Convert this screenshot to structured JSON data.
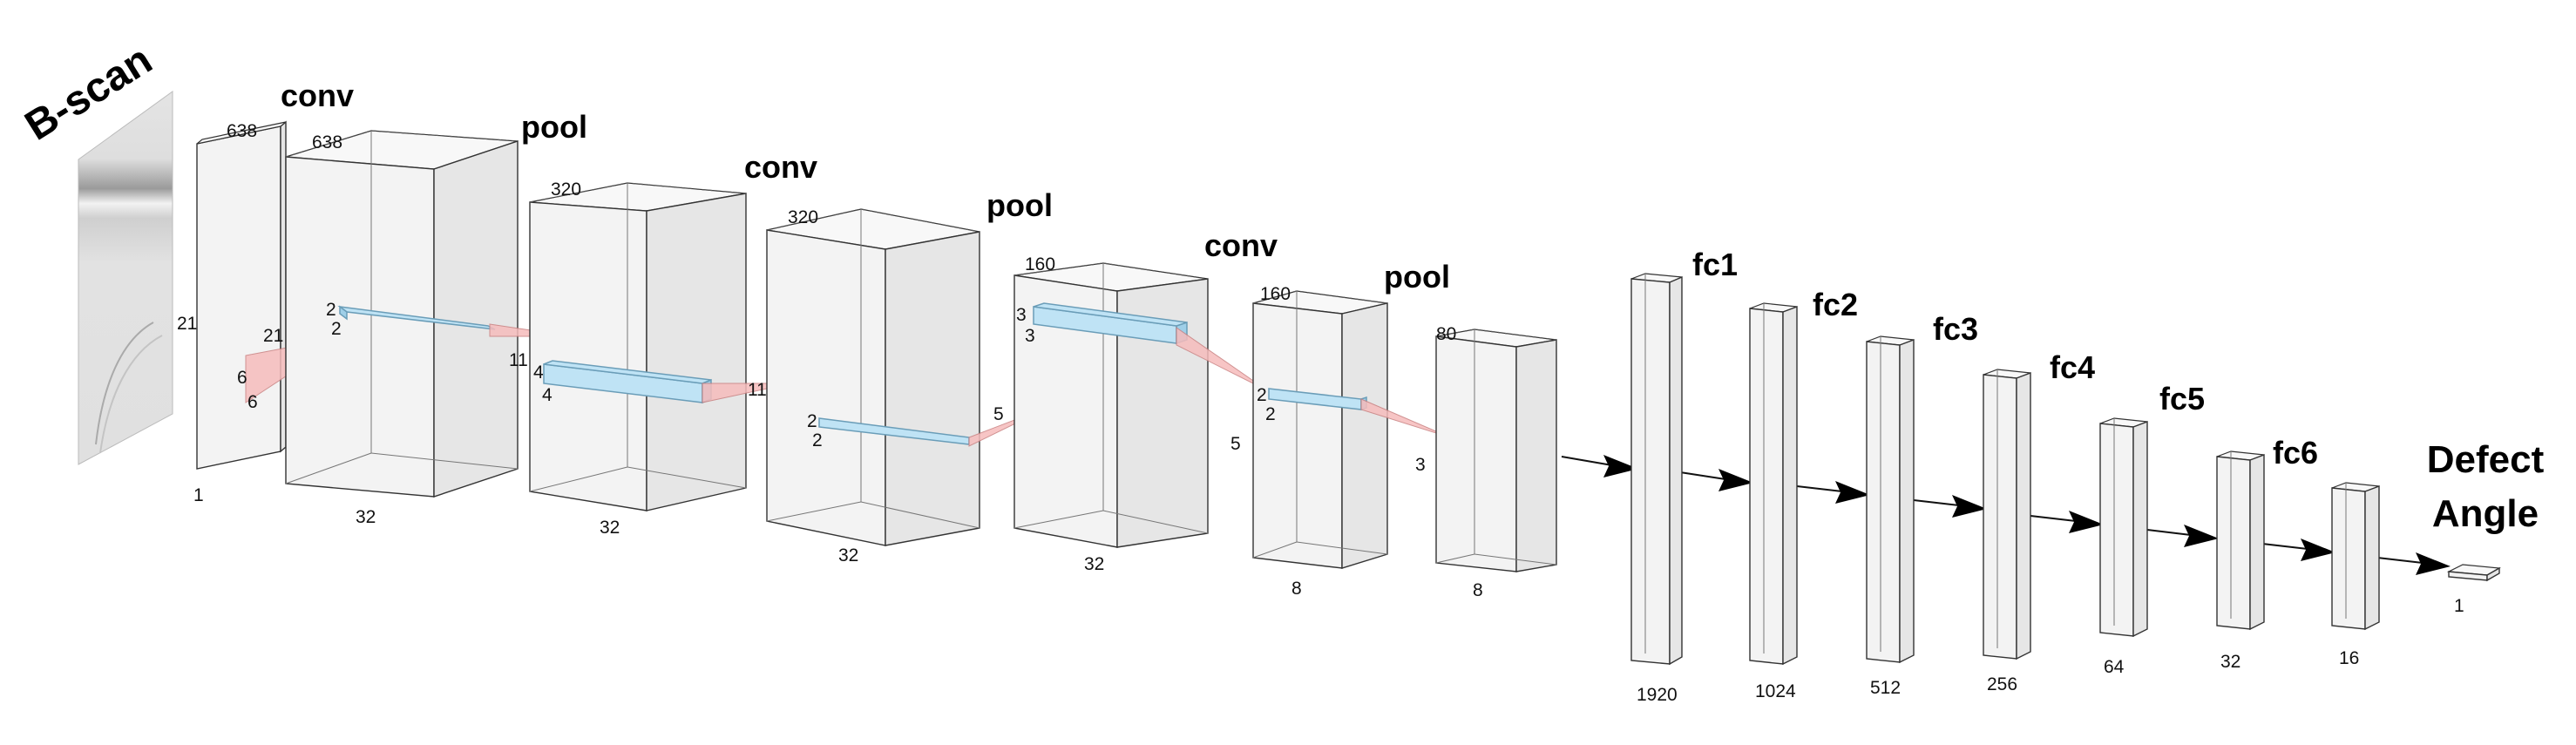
{
  "input": {
    "title": "B-scan"
  },
  "layers": {
    "conv1": "conv",
    "pool1": "pool",
    "conv2": "conv",
    "pool2": "pool",
    "conv3": "conv",
    "pool3": "pool",
    "fc1": "fc1",
    "fc2": "fc2",
    "fc3": "fc3",
    "fc4": "fc4",
    "fc5": "fc5",
    "fc6": "fc6"
  },
  "output": {
    "line1": "Defect",
    "line2": "Angle"
  },
  "dims": {
    "input_h": "638",
    "input_w": "21",
    "input_c": "1",
    "input_kernel_a": "21",
    "input_kernel_b": "6",
    "input_kernel_c": "6",
    "conv1_h": "638",
    "conv1_c": "32",
    "conv1_k_a": "2",
    "conv1_k_b": "2",
    "conv1_out": "11",
    "pool1_h": "320",
    "pool1_c": "32",
    "pool1_k_a": "4",
    "pool1_k_b": "4",
    "pool1_out": "11",
    "conv2_h": "320",
    "conv2_c": "32",
    "conv2_k_a": "2",
    "conv2_k_b": "2",
    "conv2_out": "5",
    "pool2_h": "160",
    "pool2_c": "32",
    "pool2_k_a": "3",
    "pool2_k_b": "3",
    "conv3_h": "160",
    "conv3_w": "5",
    "conv3_c": "8",
    "conv3_k_a": "2",
    "conv3_k_b": "2",
    "pool3_h": "80",
    "pool3_w": "3",
    "pool3_c": "8",
    "fc1": "1920",
    "fc2": "1024",
    "fc3": "512",
    "fc4": "256",
    "fc5": "64",
    "fc6": "32",
    "fc7": "16",
    "out": "1"
  }
}
